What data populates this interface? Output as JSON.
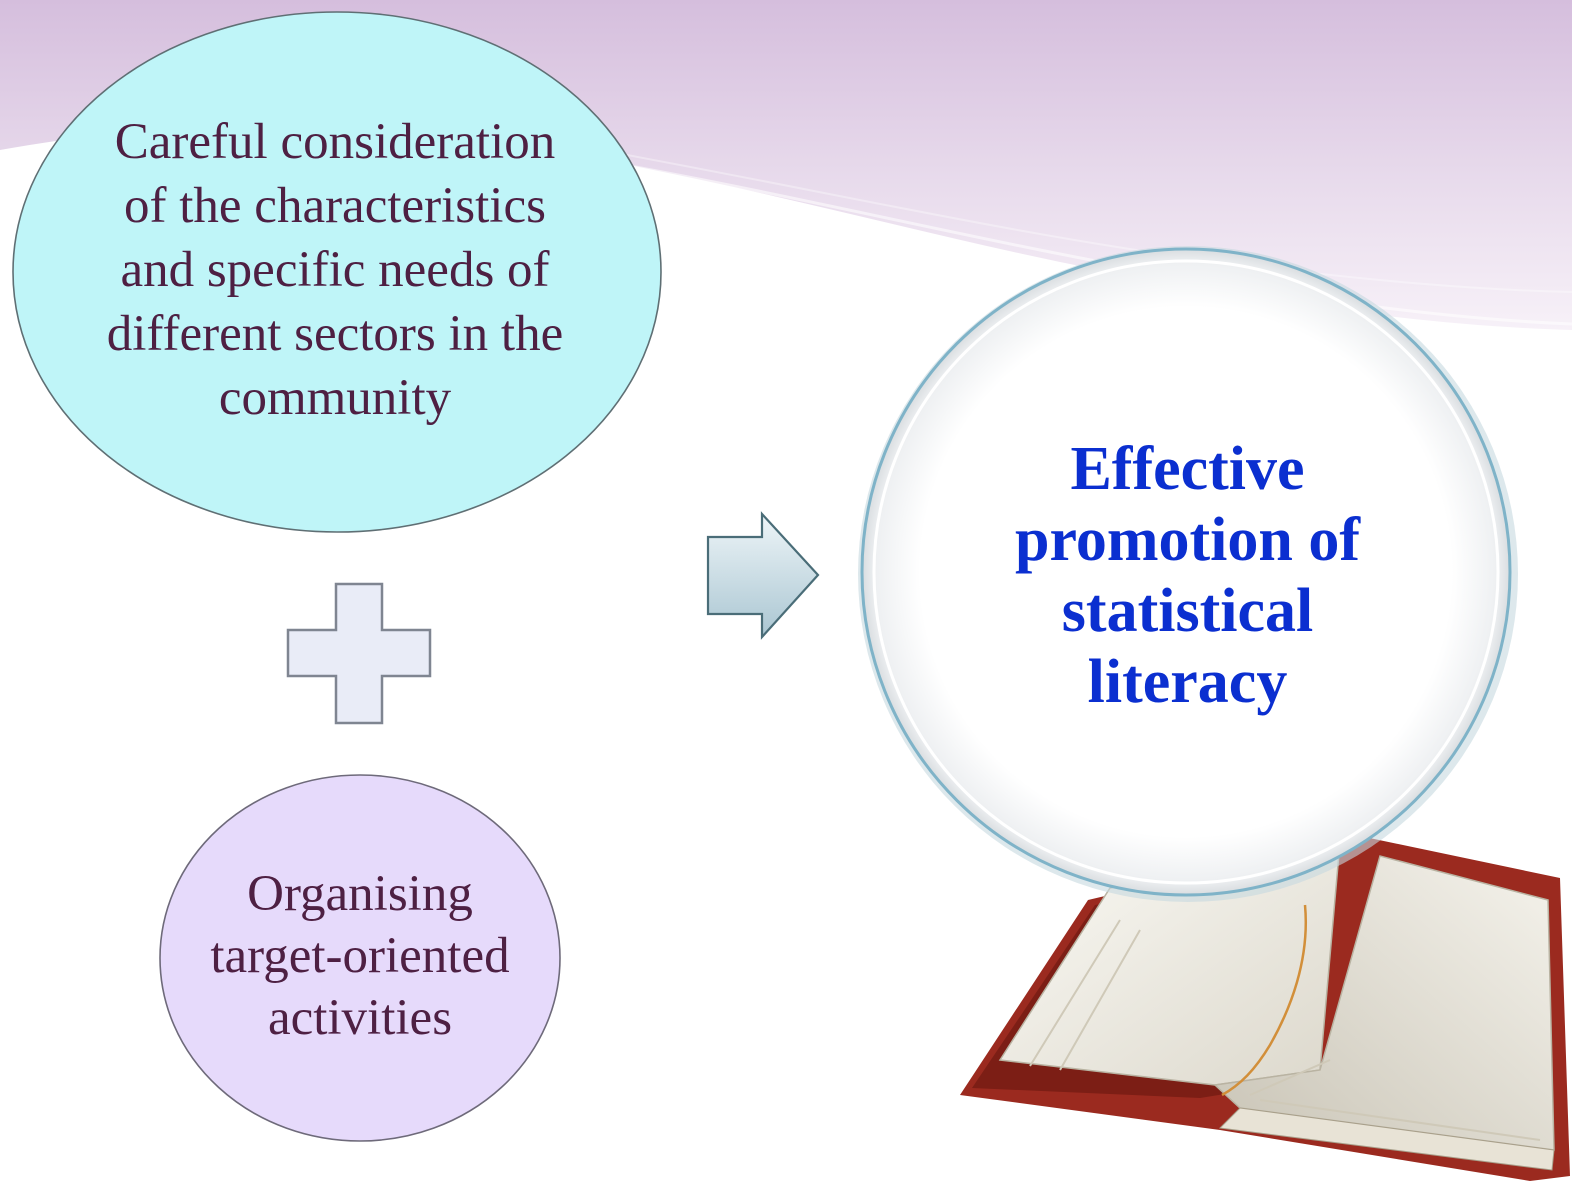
{
  "diagram": {
    "input_1": {
      "label": "Careful consideration of the characteristics and specific needs of different sectors in the community"
    },
    "operator": {
      "symbol": "plus"
    },
    "input_2": {
      "label": "Organising target-oriented activities"
    },
    "connector": {
      "symbol": "right-arrow"
    },
    "result": {
      "label": "Effective promotion of statistical literacy"
    }
  },
  "colors": {
    "oval_fill": "#bff5f8",
    "small_circle_fill": "#e6dafb",
    "text_dark": "#4e2043",
    "result_text": "#0b2fd0",
    "header_band": "#d7c3df",
    "plus_fill": "#e9ecf7",
    "book_cover": "#9b2a1f"
  }
}
